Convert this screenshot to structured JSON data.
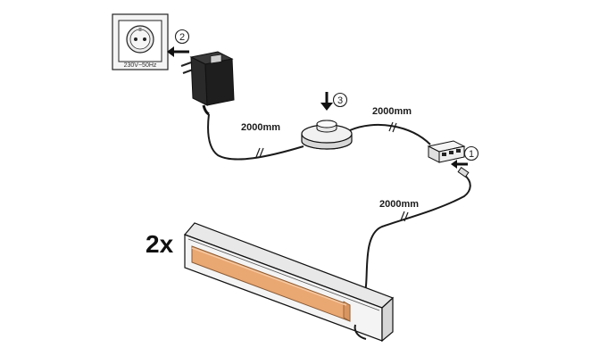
{
  "socket_label": "230V~50Hz",
  "steps": [
    "1",
    "2",
    "3"
  ],
  "cable_lengths": [
    "2000mm",
    "2000mm",
    "2000mm"
  ],
  "quantity_label": "2x",
  "colors": {
    "line": "#1a1a1a",
    "strip": "#e9a772",
    "profile_face": "#f2f2f2",
    "profile_top": "#e6e6e6",
    "socket_face": "#ececec"
  }
}
